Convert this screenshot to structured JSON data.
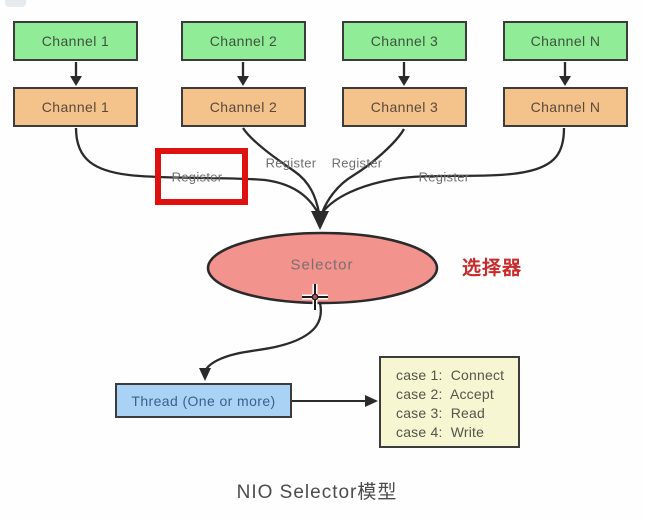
{
  "channels": [
    {
      "source_label": "Channel 1",
      "buffer_label": "Channel 1"
    },
    {
      "source_label": "Channel 2",
      "buffer_label": "Channel 2"
    },
    {
      "source_label": "Channel 3",
      "buffer_label": "Channel 3"
    },
    {
      "source_label": "Channel N",
      "buffer_label": "Channel N"
    }
  ],
  "register_labels": [
    "Register",
    "Register",
    "Register",
    "Register"
  ],
  "selector": {
    "label": "Selector",
    "annotation_cn": "选择器"
  },
  "thread": {
    "label": "Thread (One or more)"
  },
  "switch_box": {
    "lines": [
      "case 1:  Connect",
      "case 2:  Accept",
      "case 3:  Read",
      "case 4:  Write"
    ]
  },
  "caption": "NIO Selector模型",
  "colors": {
    "channel_source_fill": "#90ec96",
    "channel_buffer_fill": "#f4c28b",
    "selector_fill": "#f2938e",
    "thread_fill": "#a9d2f4",
    "switch_fill": "#f6f6d3",
    "highlight_red": "#de1010",
    "annotation_red": "#c82b2b",
    "connector": "#2b2b2b"
  }
}
